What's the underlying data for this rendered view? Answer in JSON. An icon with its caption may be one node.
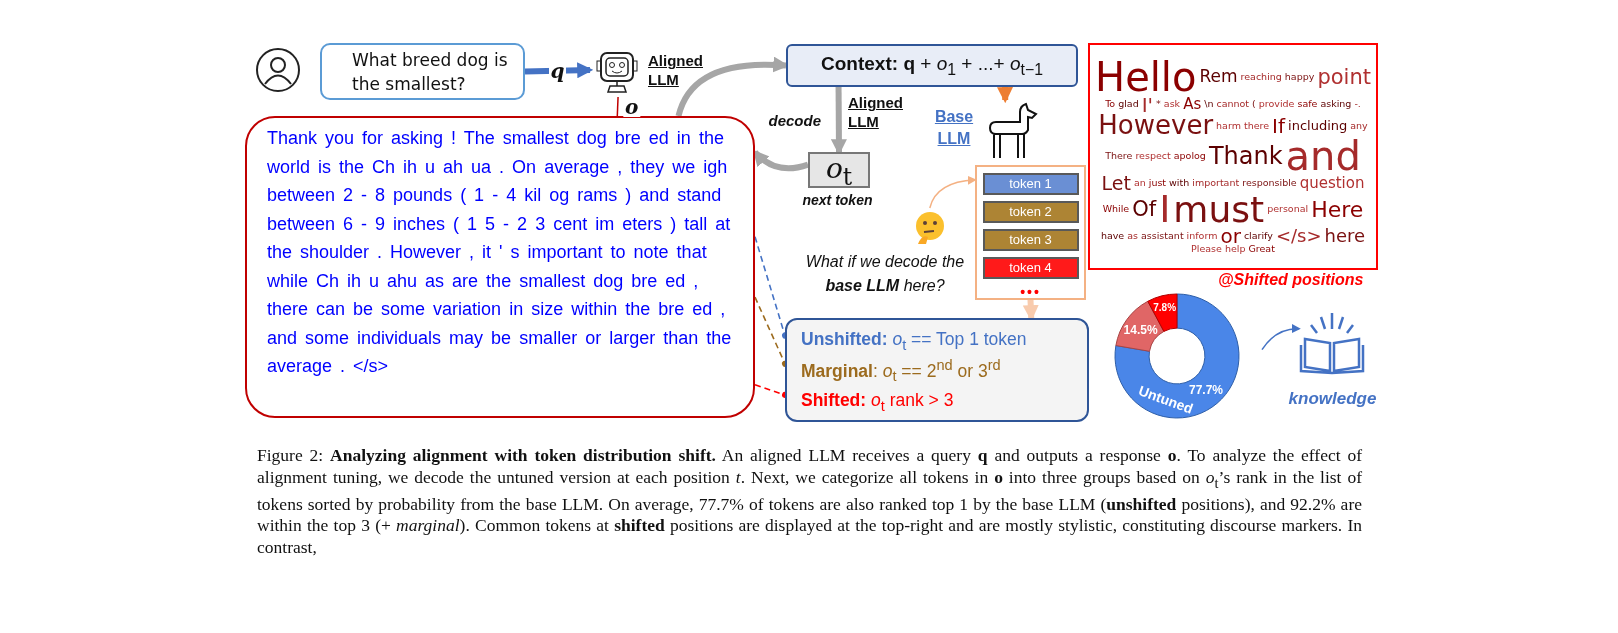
{
  "diagram": {
    "caption": "Figure 2: **Analyzing alignment with token distribution shift.** An aligned LLM receives a query **q** and outputs a response **o**. To analyze the effect of alignment tuning, we decode the untuned version at each position *t*. Next, we categorize all tokens in **o** into three groups based on *o*$_{t}$’s rank in the list of tokens sorted by probability from the base LLM. On average, 77.7% of tokens are also ranked top 1 by the base LLM (**unshifted** positions), and 92.2% are within the top 3 (+ *marginal*). Common tokens at **shifted** positions are displayed at the top-right and are mostly stylistic, constituting discourse markers. In contrast,",
    "nodes": [
      {
        "text": [
          "What breed dog is the smallest?"
        ]
      },
      {
        "text": [
          "Aligned LLM"
        ]
      },
      {
        "text": [
          "Thank you for asking ! The smallest dog bre ed in the world is the Ch ih u ah ua . On average , they we igh between 2 - 8 pounds ( 1 - 4 kil og rams ) and stand between 6 - 9 inches ( 1 5 - 2 3 cent im eters ) tall at the shoulder . However , it ' s important to note that while Ch ih u ahu as are the smallest dog bre ed , there can be some variation in size within the bre ed , and some individuals may be smaller or larger than the average . </s>"
        ]
      },
      {
        "text": [
          "**Context:** **q** + *o*$_{1}$ + ...+ *o*$_{t−1}$"
        ]
      },
      {
        "text": [
          "*o*$_{t}$"
        ],
        "beside": [
          "next token"
        ]
      },
      {
        "text": [
          "Base LLM"
        ]
      },
      {
        "text": [
          "•••"
        ]
      },
      {
        "text": [
          "token 1"
        ],
        "in": 6
      },
      {
        "text": [
          "token 2"
        ],
        "in": 6
      },
      {
        "text": [
          "token 3"
        ],
        "in": 6
      },
      {
        "text": [
          "token 4"
        ],
        "in": 6
      },
      {
        "text": [
          "What if we decode the **base LLM** here?"
        ]
      },
      {
        "text": [
          "**Unshifted:** *o*$_{t}$ == Top 1 token",
          "**Marginal**: *o*$_{t}$ == 2$^{nd}$ or 3$^{rd}$",
          "**Shifted:** *o*$_{t}$ rank > 3"
        ]
      },
      {
        "text": [
          "Hello",
          "Rem",
          "reaching",
          "happy",
          "point",
          "To",
          "glad",
          "I'",
          "*",
          "ask",
          "As",
          "\\n",
          "cannot",
          "(",
          "provide",
          "safe",
          "asking",
          "-.",
          "However",
          "harm there",
          "If",
          "including",
          "any",
          "There",
          "respect",
          "apolog",
          "Thank",
          "and",
          "Let",
          "an",
          "just",
          "with",
          "important",
          "responsible",
          "question",
          "While",
          "Of",
          "I",
          "must",
          "personal",
          "Here",
          "have",
          "as",
          "assistant",
          "inform",
          "or",
          "clarify",
          "</s>",
          "here",
          "Please help",
          "Great"
        ],
        "beside": [
          "@Shifted positions"
        ]
      },
      {
        "text": [],
        "shape": "ring"
      },
      {
        "text": [
          "knowledge"
        ]
      }
    ],
    "edges": [
      {
        "from": 0,
        "to": 1,
        "arrow": "to",
        "label": "q",
        "style": "thick",
        "color": "#4472c4"
      },
      {
        "from": 1,
        "to": 2,
        "arrow": "none",
        "label": "o",
        "color": "#c00000"
      },
      {
        "from": 2,
        "to": 3,
        "arrow": "to",
        "style": "thick",
        "color": "#a6a6a6"
      },
      {
        "from": 3,
        "to": 4,
        "arrow": "to",
        "label": "decode",
        "style": "thick",
        "color": "#a6a6a6"
      },
      {
        "from": 4,
        "to": 2,
        "arrow": "to",
        "style": "thick",
        "color": "#a6a6a6"
      },
      {
        "from": 3,
        "to": 5,
        "arrow": "to",
        "style": "thick",
        "color": "#ed7d31"
      },
      {
        "from": 11,
        "to": 6,
        "arrow": "to",
        "color": "#f4b183"
      },
      {
        "from": 6,
        "to": 12,
        "arrow": "to",
        "style": "thick",
        "color": "#f8cbad"
      },
      {
        "from": 2,
        "to": 12,
        "arrow": "other",
        "style": "dashed",
        "color": "#4472c4"
      },
      {
        "from": 2,
        "to": 12,
        "arrow": "other",
        "style": "dashed",
        "color": "#9c6b1e"
      },
      {
        "from": 2,
        "to": 12,
        "arrow": "other",
        "style": "dashed",
        "color": "#ff0000"
      },
      {
        "from": 14,
        "to": 15,
        "arrow": "to",
        "color": "#4472c4"
      }
    ],
    "labels": [
      "Aligned LLM"
    ],
    "chart_data": {
      "type": "donut",
      "categories": [
        "Untuned",
        null,
        null
      ],
      "values": [
        77.7,
        14.5,
        7.8
      ],
      "value_labels": [
        "77.7%",
        "14.5%",
        "7.8%"
      ]
    }
  }
}
